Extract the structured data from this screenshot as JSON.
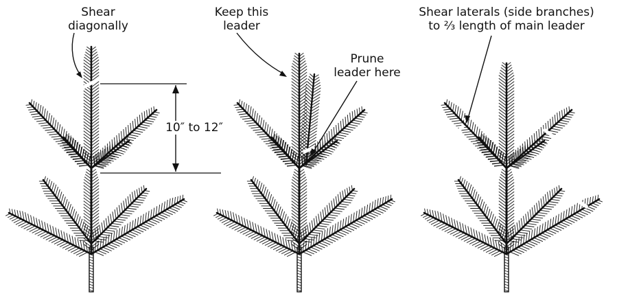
{
  "labels": {
    "shear_diagonally": [
      "Shear",
      "diagonally"
    ],
    "keep_leader": [
      "Keep this",
      "leader"
    ],
    "prune_leader": [
      "Prune",
      "leader here"
    ],
    "shear_laterals": [
      "Shear laterals (side branches)",
      "to ⅔ length of main leader"
    ],
    "measurement": "10″ to 12″"
  },
  "colors": {
    "ink": "#111111",
    "background": "#ffffff"
  }
}
